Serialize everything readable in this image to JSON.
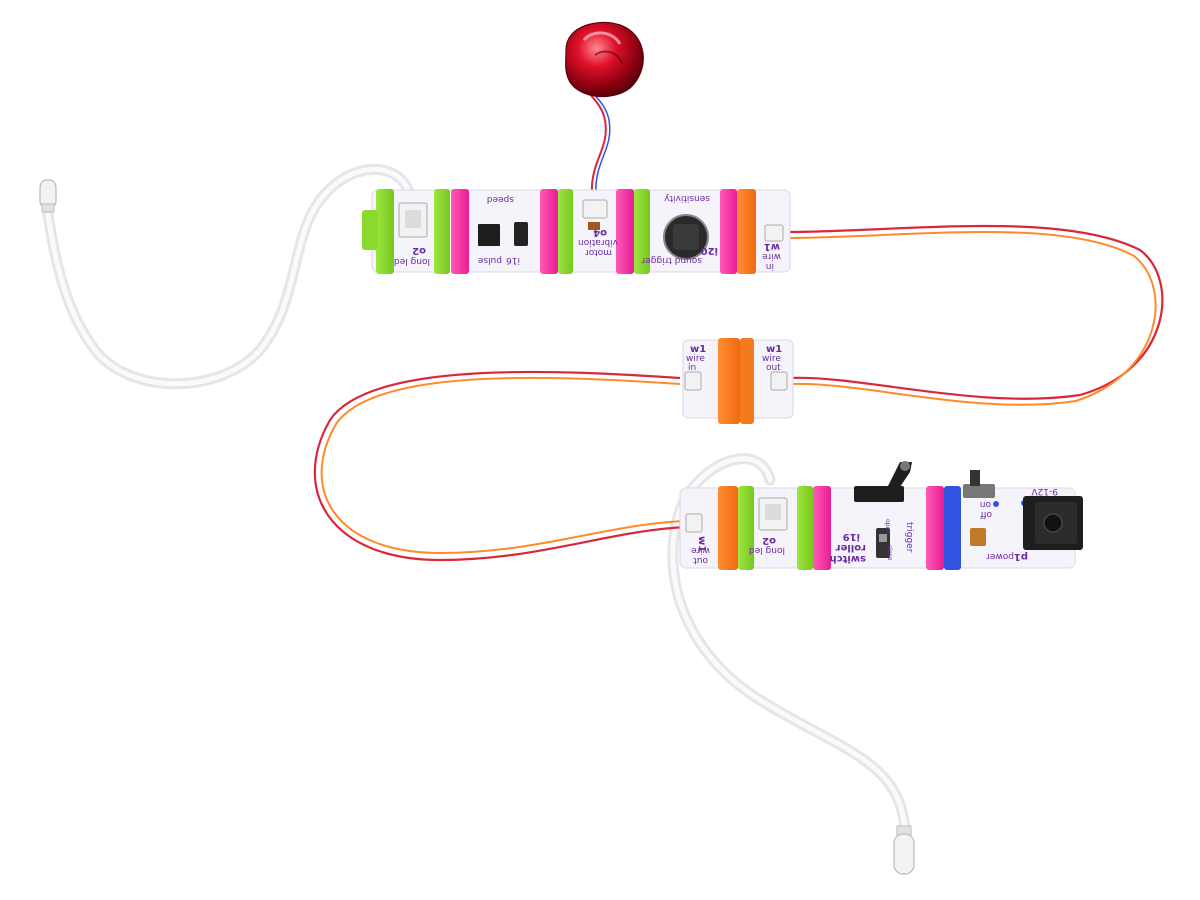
{
  "colors": {
    "input_green": "#8bd92e",
    "modifier_pink": "#ff3aaa",
    "wire_orange": "#ff7a1a",
    "power_blue": "#2f55e0",
    "board": "#f6f4fb",
    "label_purple": "#6a2aa0",
    "wire_red": "#d8283a",
    "wire_orange_strand": "#ff8a2a"
  },
  "top_chain": {
    "long_led": {
      "id": "o2",
      "name": "long led"
    },
    "pulse": {
      "id": "i16",
      "name": "pulse",
      "knob": "speed"
    },
    "vibration_motor": {
      "id": "o4",
      "name": "vibration",
      "name2": "motor"
    },
    "sound_trigger": {
      "id": "i20",
      "name": "sound trigger",
      "knob": "sensitivity"
    },
    "wire_in": {
      "id": "w1",
      "name": "wire",
      "name2": "in"
    }
  },
  "middle_wire": {
    "wire_in": {
      "id": "w1",
      "name": "wire",
      "name2": "in"
    },
    "wire_out": {
      "id": "w1",
      "name": "wire",
      "name2": "out"
    }
  },
  "bottom_chain": {
    "wire_out": {
      "id": "w1",
      "name": "wire",
      "name2": "out"
    },
    "long_led": {
      "id": "o2",
      "name": "long led"
    },
    "roller_switch": {
      "id": "i19",
      "name": "roller",
      "name2": "switch",
      "mode_a": "trigger",
      "mode_b": "close",
      "mode_c": "open"
    },
    "power": {
      "id": "p1",
      "name": "power",
      "voltage": "9-12V",
      "switch_off": "off",
      "switch_on": "on"
    }
  }
}
